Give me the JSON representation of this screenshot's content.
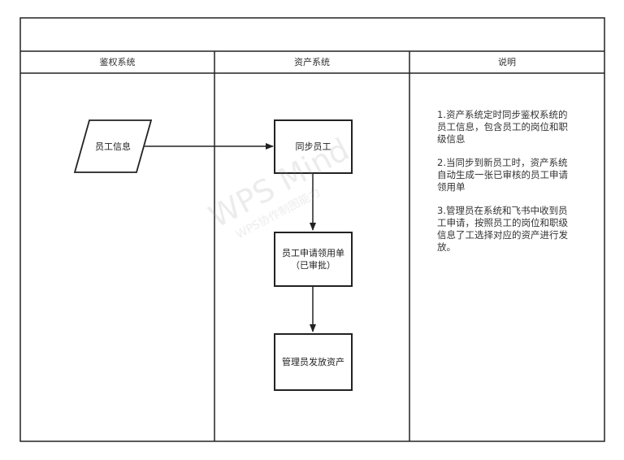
{
  "lanes": {
    "left": "鉴权系统",
    "middle": "资产系统",
    "right": "说明"
  },
  "nodes": {
    "employee_info": "员工信息",
    "sync_employee": "同步员工",
    "requisition": "员工申请领用单（已审批）",
    "admin_issue": "管理员发放资产"
  },
  "notes": [
    "1.资产系统定时同步鉴权系统的员工信息，包含员工的岗位和职级信息",
    "2.当同步到新员工时，资产系统自动生成一张已审核的员工申请领用单",
    "3.管理员在系统和飞书中收到员工申请，按照员工的岗位和职级信息了工选择对应的资产进行发放。"
  ],
  "watermark": {
    "line1": "WPS Mind",
    "line2": "WPS协作制图能力"
  },
  "colors": {
    "border": "#222222",
    "background": "#ffffff"
  }
}
